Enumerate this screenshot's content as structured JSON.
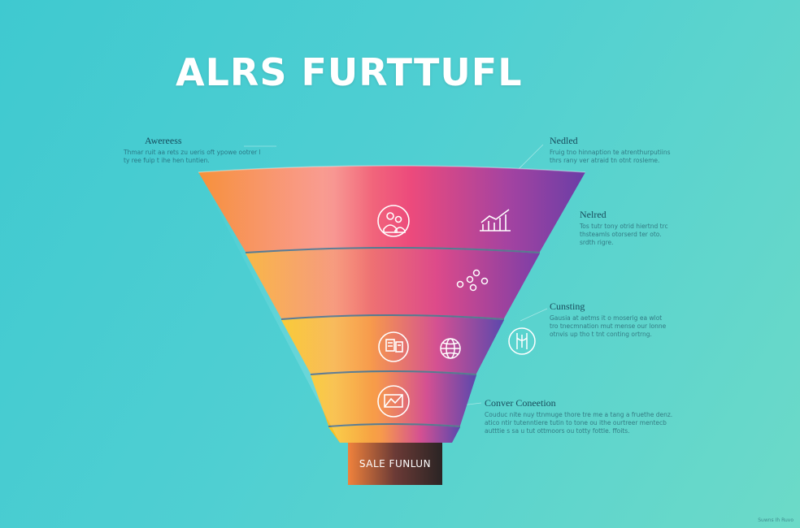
{
  "title": "ALRS FURTTUFL",
  "base_label": "SALE FUNLUN",
  "notes": {
    "awareness": {
      "heading": "Awereess",
      "body": "Thmar ruit aa rets zu ueris oft ypowe ootrer l ty ree fuip t ihe hen tuntien."
    },
    "needed_top": {
      "heading": "Nedled",
      "body": "Fruig tno hinnaption te atrenthurputiins thrs rany ver atraid tn otnt rosleme."
    },
    "needed_mid": {
      "heading": "Nelred",
      "body": "Tos tutr tony otrid hiertnd trc thsteamls otorserd ter oto. srdth rigre."
    },
    "considering": {
      "heading": "Cunsting",
      "body": "Gausia at aetms it o moserig ea wlot tro tnecmnation mut mense our lonne otnvis up tho t tnt conting ortrng."
    },
    "convert": {
      "heading": "Conver Coneetion",
      "body": "Couduc nite nuy ttnmuge thore tre me a tang a fruethe denz. atico ntir tutenntiere tutin to tone ou ithe ourtreer mentecb autttie s sa u tut ottmoors ou totty fottle. ffoits."
    }
  },
  "badge": "Suwns Ih Ruvo",
  "colors": {
    "background_start": "#3fc9d0",
    "background_end": "#6cdac8",
    "funnel_orange": "#f7913a",
    "funnel_pink": "#ec4a7c",
    "funnel_purple": "#6a3ea6",
    "funnel_yellow": "#f8c51f",
    "base_dark": "#3b2a2a"
  },
  "icons": {
    "stage1_left": "people-icon",
    "stage1_right": "growth-chart-icon",
    "stage2": "network-dots-icon",
    "stage3_left": "document-icon",
    "stage3_right": "globe-icon",
    "stage3_outside": "connections-icon",
    "stage4": "envelope-icon"
  }
}
